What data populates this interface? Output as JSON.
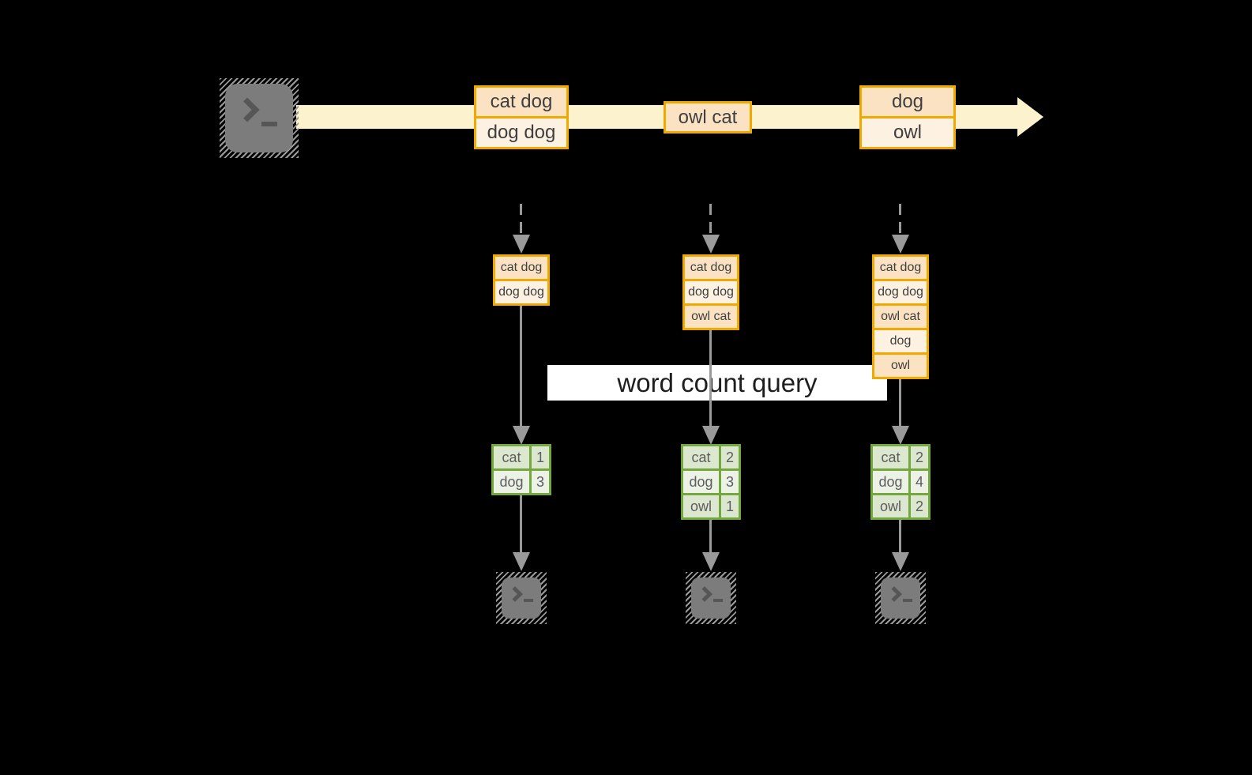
{
  "query_banner": "word count query",
  "stream_batches": [
    {
      "cells": [
        "cat dog",
        "dog dog"
      ]
    },
    {
      "cells": [
        "owl cat"
      ]
    },
    {
      "cells": [
        "dog",
        "owl"
      ]
    }
  ],
  "micro_batches": [
    {
      "state": [
        "cat dog",
        "dog dog"
      ],
      "counts": [
        {
          "word": "cat",
          "count": "1"
        },
        {
          "word": "dog",
          "count": "3"
        }
      ]
    },
    {
      "state": [
        "cat dog",
        "dog dog",
        "owl cat"
      ],
      "counts": [
        {
          "word": "cat",
          "count": "2"
        },
        {
          "word": "dog",
          "count": "3"
        },
        {
          "word": "owl",
          "count": "1"
        }
      ]
    },
    {
      "state": [
        "cat dog",
        "dog dog",
        "owl cat",
        "dog",
        "owl"
      ],
      "counts": [
        {
          "word": "cat",
          "count": "2"
        },
        {
          "word": "dog",
          "count": "4"
        },
        {
          "word": "owl",
          "count": "2"
        }
      ]
    }
  ],
  "icons": {
    "terminal_prompt": ">_",
    "stream_arrow": "right-arrow"
  },
  "colors": {
    "background": "#000000",
    "stream_fill": "#fcf2cd",
    "event_border": "#efa900",
    "event_fill_dark": "#fae2c3",
    "event_fill_light": "#fdf1e1",
    "result_border": "#74a83e",
    "result_fill_dark": "#dbe7cf",
    "result_fill_light": "#ecf2e5",
    "arrow_gray": "#9a9a9a",
    "terminal_gray": "#7c7c7c",
    "banner_bg": "#ffffff"
  }
}
